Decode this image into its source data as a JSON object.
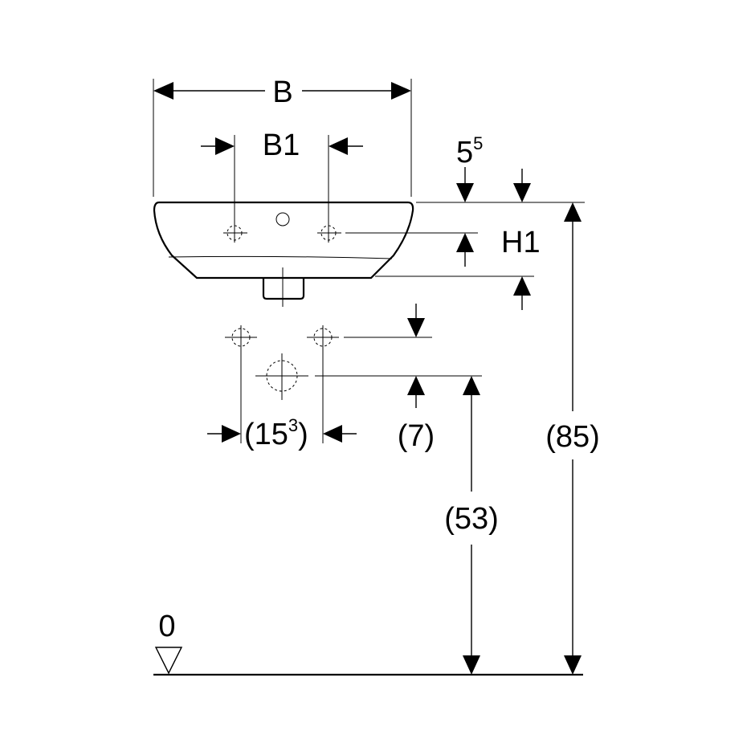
{
  "labels": {
    "width": "B",
    "hole_spacing": "B1",
    "rim_thickness_base": "5",
    "rim_thickness_sup": "5",
    "hole_height": "H1",
    "supply_spacing_open": "(15",
    "supply_spacing_sup": "3",
    "supply_spacing_close": ")",
    "supply_offset": "(7)",
    "drain_height": "(53)",
    "rim_height": "(85)",
    "floor_level": "0"
  }
}
